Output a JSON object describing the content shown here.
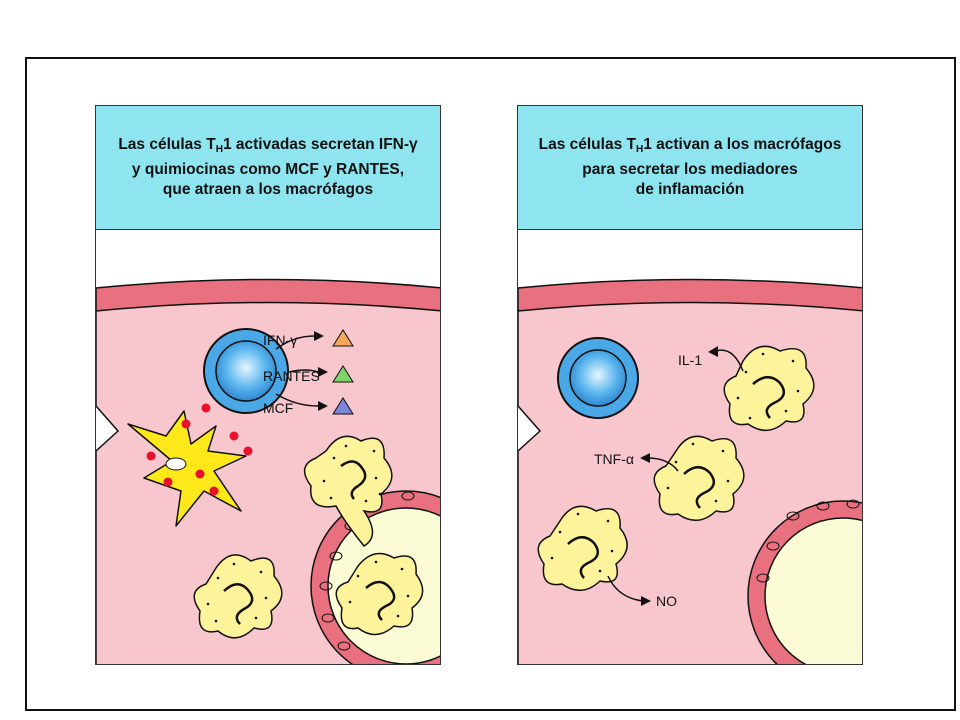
{
  "colors": {
    "header_bg": "#8ee5f0",
    "vessel_wall": "#e9707e",
    "tissue": "#f8c7cd",
    "macrophage": "#fdf39a",
    "lymphocyte": "#4aa8e6",
    "dendritic_cell": "#ffe81a",
    "dendritic_dots": "#e8102a",
    "ifn_triangle": "#f4a85a",
    "rantes_triangle": "#7ed36a",
    "mcf_triangle": "#7d86d8"
  },
  "left_panel": {
    "title": {
      "line1_pre": "Las células T",
      "line1_sub": "H",
      "line1_post": "1 activadas secretan IFN-γ",
      "line2": "y quimiocinas como MCF y RANTES,",
      "line3": "que atraen a los macrófagos"
    },
    "labels": {
      "ifn": "IFN-γ",
      "rantes": "RANTES",
      "mcf": "MCF"
    }
  },
  "right_panel": {
    "title": {
      "line1_pre": "Las células T",
      "line1_sub": "H",
      "line1_post": "1 activan a los macrófagos",
      "line2": "para secretar los mediadores",
      "line3": "de inflamación"
    },
    "labels": {
      "il1": "IL-1",
      "tnf": "TNF-α",
      "no": "NO"
    }
  }
}
